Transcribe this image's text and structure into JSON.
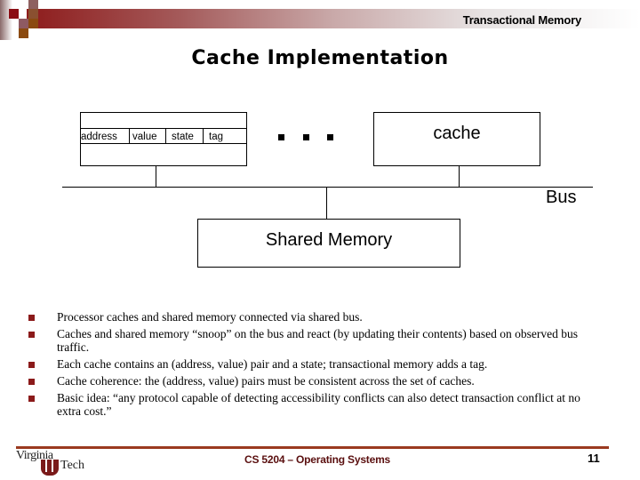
{
  "header": {
    "section_title": "Transactional Memory"
  },
  "slide": {
    "title": "Cache Implementation"
  },
  "diagram": {
    "cache_entry_fields": [
      "address",
      "value",
      "state",
      "tag"
    ],
    "ellipsis": "...",
    "cache_label": "cache",
    "bus_label": "Bus",
    "memory_label": "Shared Memory"
  },
  "bullets": [
    {
      "text": "Processor caches and shared memory connected via shared bus."
    },
    {
      "text": "Caches and shared memory “snoop” on the bus and react (by updating their contents) based on observed bus traffic."
    },
    {
      "text": "Each cache contains an (address, value) pair and a state; transactional memory adds a tag."
    },
    {
      "text": "Cache coherence: the (address, value) pairs must be consistent across the set of caches."
    },
    {
      "text": "Basic idea: “any protocol capable of detecting accessibility conflicts can also detect transaction conflict at no extra cost.”"
    }
  ],
  "footer": {
    "logo_top": "Virginia",
    "logo_bottom": "Tech",
    "course": "CS 5204 – Operating Systems",
    "page_number": "11"
  },
  "colors": {
    "accent_maroon": "#8b1a1a",
    "footer_rule": "#9b3a20",
    "logo_orange": "#8b4a10"
  }
}
